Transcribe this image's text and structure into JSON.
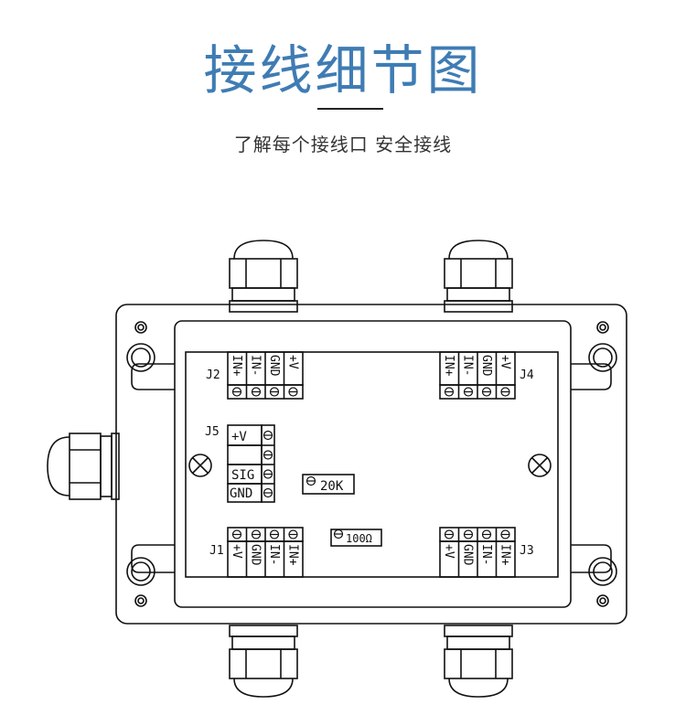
{
  "header": {
    "title": "接线细节图",
    "subtitle": "了解每个接线口  安全接线"
  },
  "terminal_blocks": [
    {
      "id": "J2",
      "pins": [
        "IN+",
        "IN-",
        "GND",
        "+V"
      ]
    },
    {
      "id": "J4",
      "pins": [
        "IN+",
        "IN-",
        "GND",
        "+V"
      ]
    },
    {
      "id": "J1",
      "pins": [
        "+V",
        "GND",
        "IN-",
        "IN+"
      ]
    },
    {
      "id": "J3",
      "pins": [
        "+V",
        "GND",
        "IN-",
        "IN+"
      ]
    }
  ],
  "j5": {
    "id": "J5",
    "pins": [
      "+V",
      "",
      "SIG",
      "GND"
    ]
  },
  "components": {
    "pot_20k": "20K",
    "resistor_100": "100Ω"
  }
}
